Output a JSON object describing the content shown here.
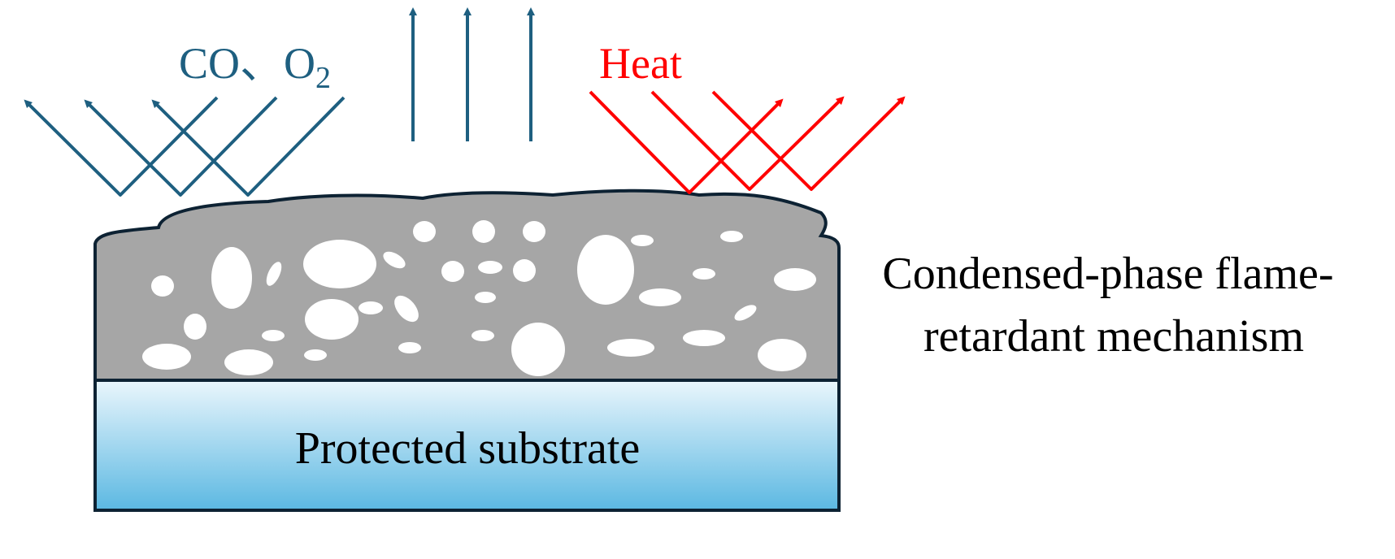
{
  "labels": {
    "gas_prefix": "CO、O",
    "gas_subscript": "2",
    "heat": "Heat",
    "substrate": "Protected substrate",
    "mechanism_line1": "Condensed-phase flame-",
    "mechanism_line2": "retardant mechanism"
  },
  "colors": {
    "gas_arrows": "#1e5f80",
    "heat_arrows": "#ff0000",
    "char_layer": "#a6a6a6",
    "pores": "#ffffff",
    "outline": "#0d2233",
    "substrate_top": "#eaf6fc",
    "substrate_bottom": "#5bb8e2"
  }
}
